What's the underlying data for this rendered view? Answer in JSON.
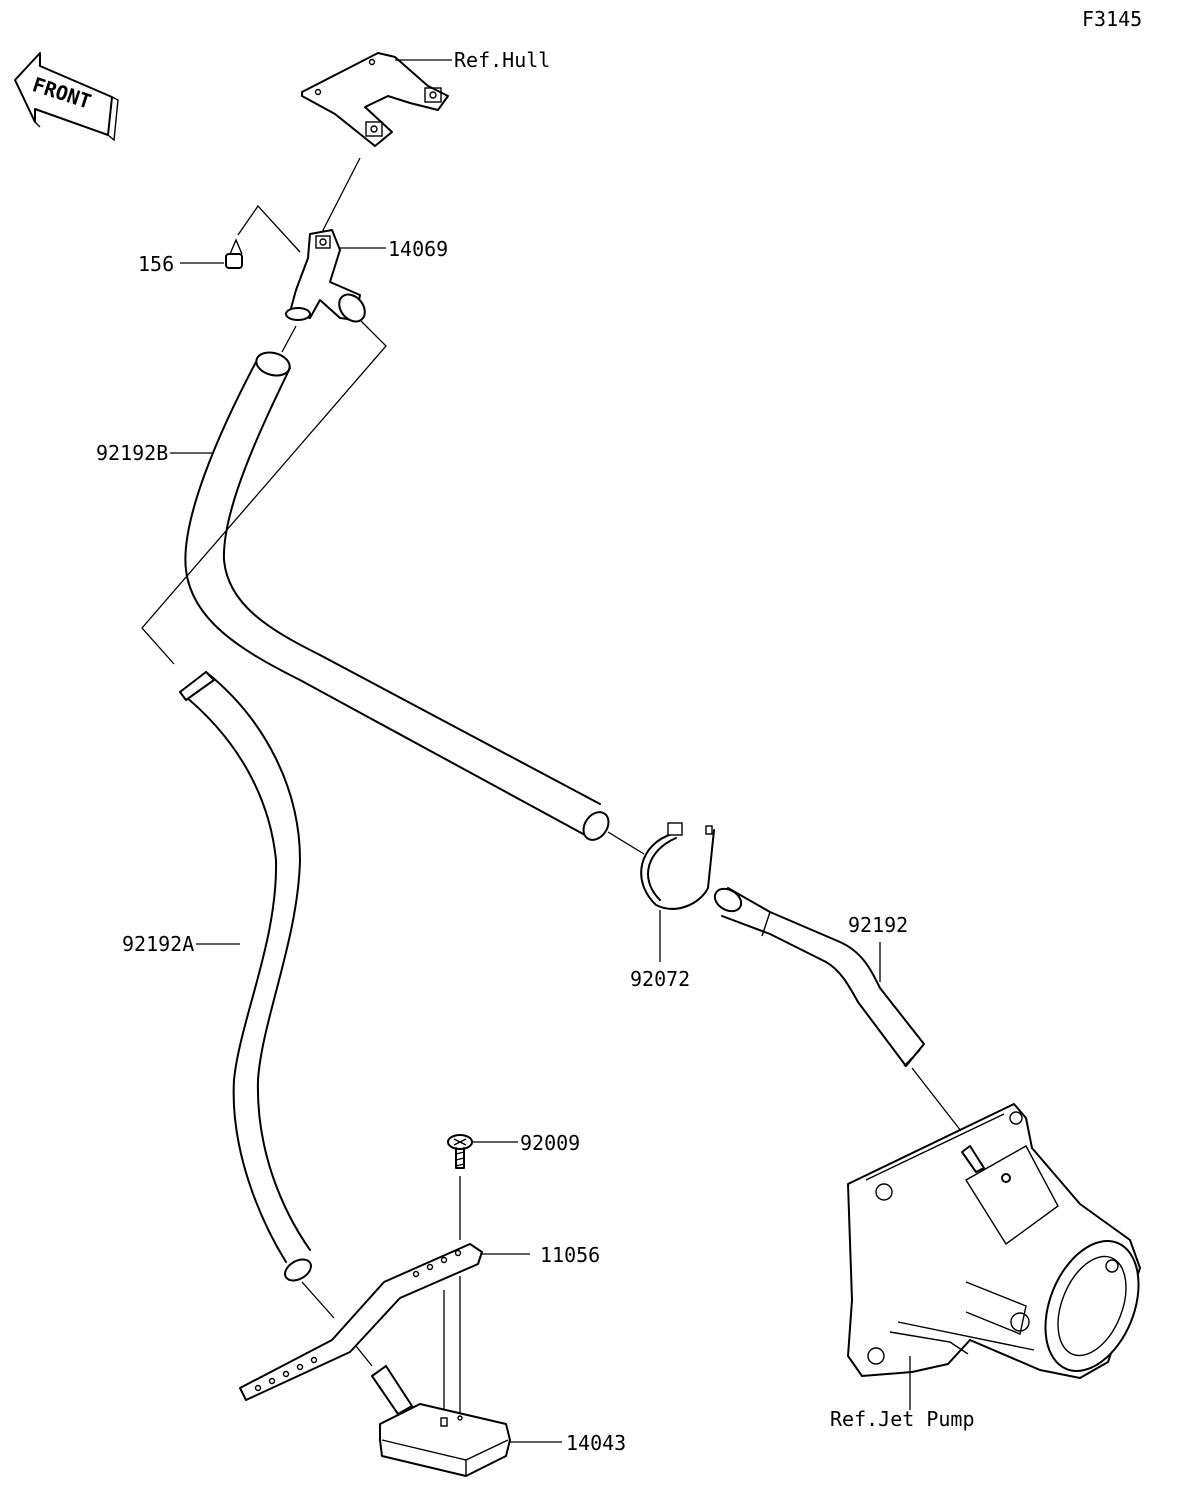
{
  "diagram_id": "F3145",
  "front_label": "FRONT",
  "labels": {
    "ref_hull": "Ref.Hull",
    "p14069": "14069",
    "p156": "156",
    "p92192B": "92192B",
    "p92192A": "92192A",
    "p92072": "92072",
    "p92192": "92192",
    "p92009": "92009",
    "p11056": "11056",
    "p14043": "14043",
    "ref_jet_pump": "Ref.Jet Pump"
  }
}
